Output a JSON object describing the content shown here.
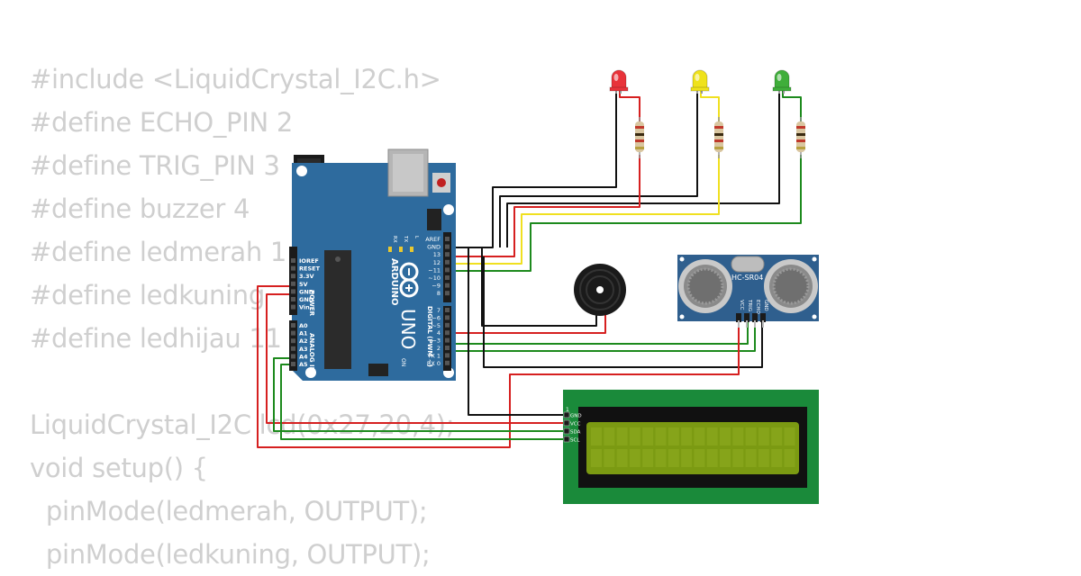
{
  "code_lines": [
    "#include <LiquidCrystal_I2C.h>",
    "#define ECHO_PIN 2",
    "#define TRIG_PIN 3",
    "#define buzzer 4",
    "#define ledmerah 1",
    "#define ledkuning",
    "#define ledhijau 11",
    "",
    "LiquidCrystal_I2C lcd(0x27,20,4);",
    "void setup() {",
    "  pinMode(ledmerah, OUTPUT);",
    "  pinMode(ledkuning, OUTPUT);"
  ],
  "arduino": {
    "brand": "ARDUINO",
    "model": "UNO",
    "digital_label": "DIGITAL (PWM ~)",
    "analog_label": "ANALOG IN",
    "power_label": "POWER",
    "on_label": "ON",
    "header_top_labels": [
      "AREF",
      "GND",
      "13",
      "12",
      "~11",
      "~10",
      "~9",
      "8"
    ],
    "header_bottom_labels": [
      "7",
      "~6",
      "~5",
      "4",
      "~3",
      "2",
      "TX 1",
      "RX 0"
    ],
    "power_pins": [
      "IOREF",
      "RESET",
      "3.3V",
      "5V",
      "GND",
      "GND",
      "Vin"
    ],
    "analog_pins": [
      "A0",
      "A1",
      "A2",
      "A3",
      "A4",
      "A5"
    ],
    "led_labels": [
      "L",
      "TX",
      "RX"
    ]
  },
  "sensor": {
    "label": "HC-SR04",
    "pins": [
      "VCC",
      "TRIG",
      "ECHO",
      "GND"
    ]
  },
  "lcd": {
    "pins": [
      "GND",
      "VCC",
      "SDA",
      "SCL"
    ],
    "pin_marker": "1"
  },
  "leds": [
    {
      "color": "#e8333a",
      "name": "red"
    },
    {
      "color": "#efe21b",
      "name": "yellow"
    },
    {
      "color": "#3fae3a",
      "name": "green"
    }
  ],
  "colors": {
    "board": "#2e6b9e",
    "lcd_pcb": "#1a8a3a",
    "lcd_screen": "#7b9a12",
    "sensor_pcb": "#2f5f8e",
    "wire_black": "#111111",
    "wire_red": "#d62020",
    "wire_green": "#1d8a1d",
    "wire_yellow": "#f0e020"
  }
}
